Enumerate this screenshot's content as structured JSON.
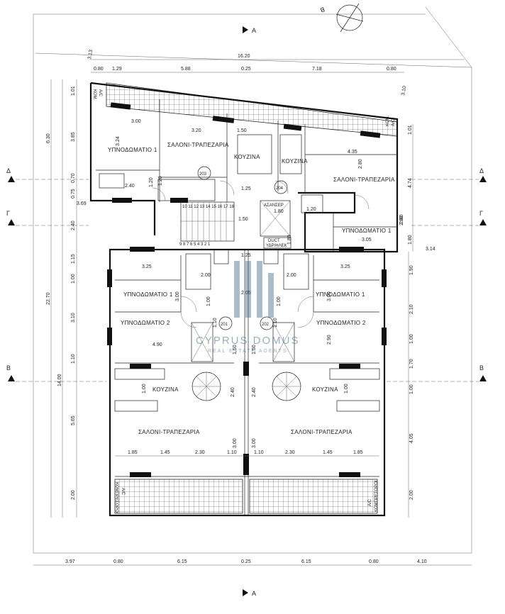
{
  "rooms": {
    "upper_left_bedroom": "ΥΠΝΟΔΩΜΑΤΙΟ 1",
    "upper_living": "ΣΑΛΟΝΙ-ΤΡΑΠΕΖΑΡΙΑ",
    "upper_kitchen_left": "ΚΟΥΖΙΝΑ",
    "upper_kitchen_right": "ΚΟΥΖΙΝΑ",
    "upper_right_living": "ΣΑΛΟΝΙ-ΤΡΑΠΕΖΑΡΙΑ",
    "elevator": "ΑΣΑΝΣΕΡ",
    "duct": "DUCT",
    "duct_sub": "ΥΔΡ/ΗΛΕΚ",
    "upper_right_bedroom": "ΥΠΝΟΔΩΜΑΤΙΟ 1",
    "lower_left_bed1": "ΥΠΝΟΔΩΜΑΤΙΟ 1",
    "lower_left_bed2": "ΥΠΝΟΔΩΜΑΤΙΟ 2",
    "lower_left_kitchen": "ΚΟΥΖΙΝΑ",
    "lower_left_living": "ΣΑΛΟΝΙ-ΤΡΑΠΕΖΑΡΙΑ",
    "lower_right_bed1": "ΥΠΝΟΔΩΜΑΤΙΟ 1",
    "lower_right_bed2": "ΥΠΝΟΔΩΜΑΤΙΟ 2",
    "lower_right_kitchen": "ΚΟΥΖΙΝΑ",
    "lower_right_living": "ΣΑΛΟΝΙ-ΤΡΑΠΕΖΑΡΙΑ",
    "kompre_left": "ΚΟΜΠΡΕΣΟΡΟΙ",
    "kompre_right": "ΚΟΜΠΡΕΣΟΡΟΙ",
    "ac": "A/C",
    "kom": "ΚΟΜ."
  },
  "unit_numbers": [
    "203",
    "204",
    "201",
    "202"
  ],
  "sections": {
    "a": "A",
    "b": "B",
    "g": "Γ",
    "d": "Δ"
  },
  "stairs": {
    "top": "10 11 12 13 14 15 16 17 18",
    "bottom": "9 8 7 6 5 4 3 2 1"
  },
  "watermark": {
    "name": "CYPRUS DOMUS",
    "sub": "REAL ESTATE AGENTS"
  },
  "dims": {
    "top_total": "16.20",
    "top_segments": [
      "0.80",
      "1.29",
      "5.88",
      "0.25",
      "7.18",
      "0.80"
    ],
    "bottom_segments": [
      "3.97",
      "0.80",
      "6.15",
      "0.25",
      "6.15",
      "0.80",
      "4.10"
    ],
    "left_outer": [
      "6.30",
      "22.70",
      "14.00"
    ],
    "left_inner": [
      "1.01",
      "3.85",
      "0.70",
      "0.75",
      "2.40",
      "1.15",
      "1.00",
      "3.10",
      "1.10",
      "5.65",
      "2.00"
    ],
    "right_side": [
      "1.01",
      "4.74",
      "2.80",
      "1.80",
      "1.90",
      "2.10",
      "1.00",
      "1.70",
      "1.00",
      "4.05",
      "2.00"
    ],
    "slant": [
      "3.13",
      "3.10",
      "3.69",
      "3.14"
    ],
    "upper_inner": [
      "3.00",
      "3.24",
      "3.20",
      "1.50",
      "4.35",
      "2.80",
      "2.40",
      "1.20",
      "1.25",
      "1.80",
      "1.80",
      "1.50",
      "1.20",
      "2.80",
      "3.05",
      "1.25",
      "1.20"
    ],
    "lower_inner": [
      "3.25",
      "3.25",
      "3.00",
      "3.00",
      "2.05",
      "1.00",
      "1.00",
      "1.10",
      "1.10",
      "4.90",
      "2.90",
      "2.00",
      "2.00",
      "1.00",
      "1.00",
      "2.40",
      "2.40",
      "3.00",
      "3.00",
      "1.50",
      "1.50"
    ],
    "lower_row_left": [
      "1.85",
      "1.45",
      "2.30",
      "1.10"
    ],
    "lower_row_right": [
      "1.10",
      "2.30",
      "1.45",
      "1.85"
    ]
  }
}
